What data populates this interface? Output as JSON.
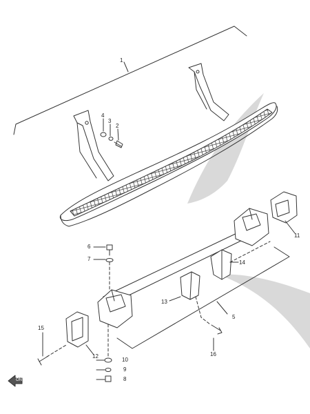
{
  "diagram": {
    "callouts": [
      {
        "id": "1",
        "label": "1"
      },
      {
        "id": "2",
        "label": "2"
      },
      {
        "id": "3",
        "label": "3"
      },
      {
        "id": "4",
        "label": "4"
      },
      {
        "id": "5",
        "label": "5"
      },
      {
        "id": "6",
        "label": "6"
      },
      {
        "id": "7",
        "label": "7"
      },
      {
        "id": "8",
        "label": "8"
      },
      {
        "id": "9",
        "label": "9"
      },
      {
        "id": "10",
        "label": "10"
      },
      {
        "id": "11",
        "label": "11"
      },
      {
        "id": "12",
        "label": "12"
      },
      {
        "id": "13",
        "label": "13"
      },
      {
        "id": "14",
        "label": "14"
      },
      {
        "id": "15",
        "label": "15"
      },
      {
        "id": "16",
        "label": "16"
      }
    ],
    "direction_label": "ON",
    "colors": {
      "line": "#333333",
      "watermark": "#d9d9d9",
      "fill": "#ffffff"
    }
  }
}
